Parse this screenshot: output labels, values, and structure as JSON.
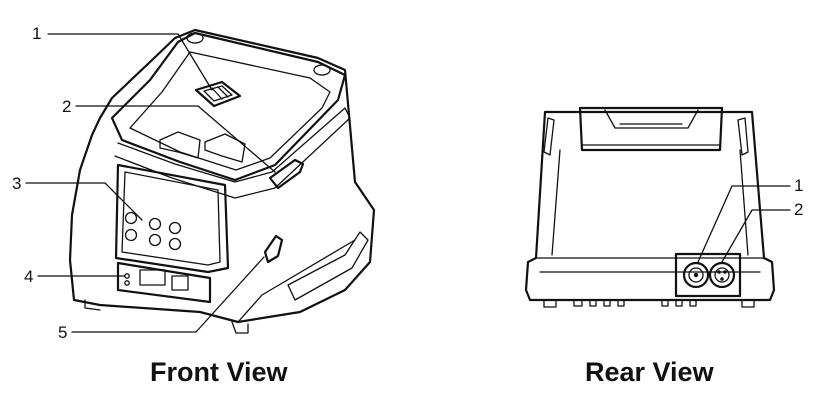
{
  "front_view": {
    "caption": "Front View",
    "callouts": [
      "1",
      "2",
      "3",
      "4",
      "5"
    ]
  },
  "rear_view": {
    "caption": "Rear View",
    "callouts": [
      "1",
      "2"
    ]
  }
}
